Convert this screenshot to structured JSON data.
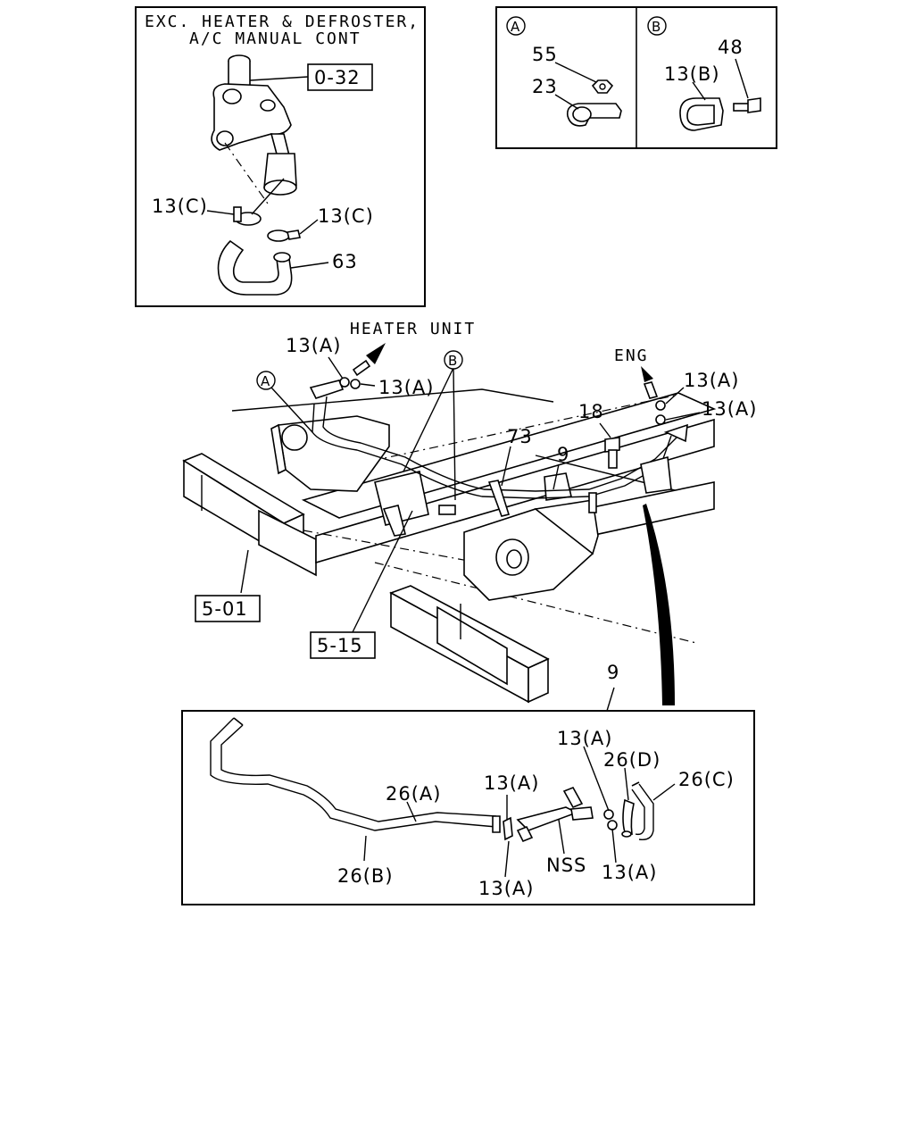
{
  "inset_top_left": {
    "caption_line1": "EXC. HEATER & DEFROSTER,",
    "caption_line2": "A/C MANUAL CONT",
    "ref_0_32": "0-32",
    "lbl_13c_left": "13(C)",
    "lbl_13c_right": "13(C)",
    "lbl_63": "63"
  },
  "inset_top_right": {
    "marker_a": "A",
    "marker_b": "B",
    "lbl_55": "55",
    "lbl_23": "23",
    "lbl_48": "48",
    "lbl_13b": "13(B)"
  },
  "main": {
    "heater_unit": "HEATER UNIT",
    "eng": "ENG",
    "lbl_13a_1": "13(A)",
    "lbl_13a_2": "13(A)",
    "lbl_13a_3": "13(A)",
    "lbl_13a_4": "13(A)",
    "marker_a": "A",
    "marker_b": "B",
    "lbl_18": "18",
    "lbl_73": "73",
    "lbl_9": "9",
    "ref_5_01": "5-01",
    "ref_5_15": "5-15"
  },
  "bottom_inset": {
    "lbl_9": "9",
    "lbl_26a": "26(A)",
    "lbl_26b": "26(B)",
    "lbl_13a_top_left": "13(A)",
    "lbl_13a_bottom_left": "13(A)",
    "lbl_13a_top_right": "13(A)",
    "lbl_13a_bottom_right": "13(A)",
    "lbl_26d": "26(D)",
    "lbl_26c": "26(C)",
    "lbl_nss": "NSS"
  }
}
